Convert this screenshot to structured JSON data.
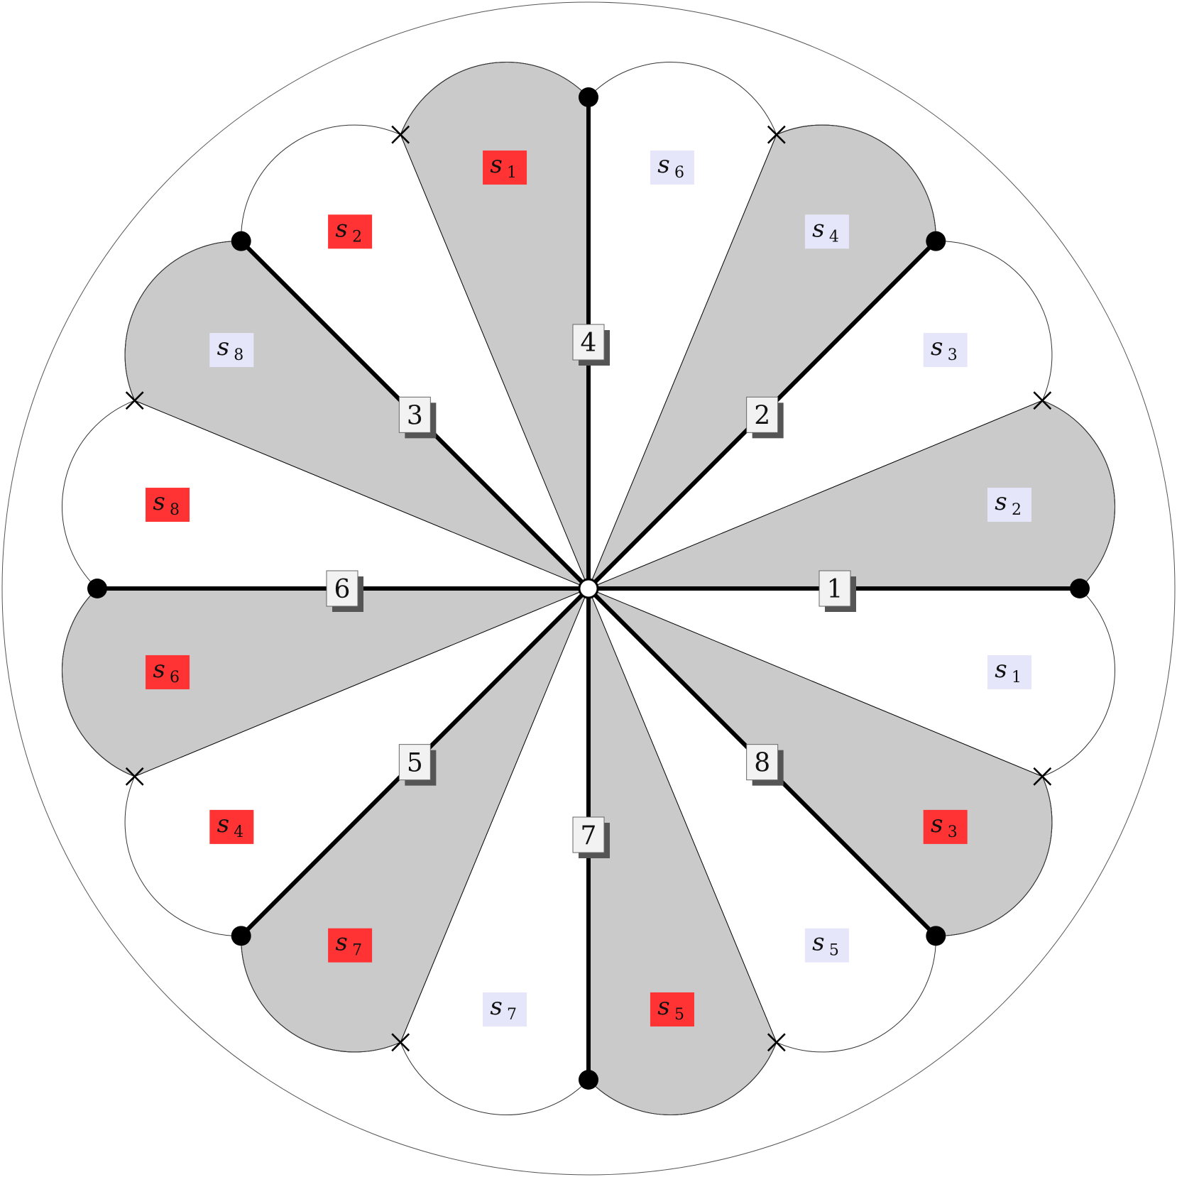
{
  "palette": {
    "background": "#ffffff",
    "sector_fill": "#cacaca",
    "spoke": "#000000",
    "label_red": "#ff3333",
    "label_lavender": "#e6e6fa",
    "spoke_label_box": "#f2f2f2",
    "spoke_label_shadow": "#555555"
  },
  "spokes": [
    {
      "label": "1",
      "angle_deg": 0
    },
    {
      "label": "2",
      "angle_deg": 45
    },
    {
      "label": "3",
      "angle_deg": 135
    },
    {
      "label": "4",
      "angle_deg": 90
    },
    {
      "label": "5",
      "angle_deg": 225
    },
    {
      "label": "6",
      "angle_deg": 180
    },
    {
      "label": "7",
      "angle_deg": 270
    },
    {
      "label": "8",
      "angle_deg": 315
    }
  ],
  "cross_angles_deg": [
    22.5,
    67.5,
    112.5,
    157.5,
    202.5,
    247.5,
    292.5,
    337.5
  ],
  "shaded_sectors": [
    {
      "from_deg": 0,
      "to_deg": 22.5
    },
    {
      "from_deg": 45,
      "to_deg": 67.5
    },
    {
      "from_deg": 90,
      "to_deg": 112.5
    },
    {
      "from_deg": 135,
      "to_deg": 157.5
    },
    {
      "from_deg": 180,
      "to_deg": 202.5
    },
    {
      "from_deg": 225,
      "to_deg": 247.5
    },
    {
      "from_deg": 270,
      "to_deg": 292.5
    },
    {
      "from_deg": 315,
      "to_deg": 337.5
    }
  ],
  "arc_labels": [
    {
      "main": "s",
      "sub": "2",
      "angle_deg": 11.25,
      "color": "lavender"
    },
    {
      "main": "s",
      "sub": "3",
      "angle_deg": 33.75,
      "color": "lavender"
    },
    {
      "main": "s",
      "sub": "4",
      "angle_deg": 56.25,
      "color": "lavender"
    },
    {
      "main": "s",
      "sub": "6",
      "angle_deg": 78.75,
      "color": "lavender"
    },
    {
      "main": "s",
      "sub": "1",
      "angle_deg": 101.25,
      "color": "red"
    },
    {
      "main": "s",
      "sub": "2",
      "angle_deg": 123.75,
      "color": "red"
    },
    {
      "main": "s",
      "sub": "8",
      "angle_deg": 146.25,
      "color": "lavender"
    },
    {
      "main": "s",
      "sub": "8",
      "angle_deg": 168.75,
      "color": "red"
    },
    {
      "main": "s",
      "sub": "6",
      "angle_deg": 191.25,
      "color": "red"
    },
    {
      "main": "s",
      "sub": "4",
      "angle_deg": 213.75,
      "color": "red"
    },
    {
      "main": "s",
      "sub": "7",
      "angle_deg": 236.25,
      "color": "red"
    },
    {
      "main": "s",
      "sub": "7",
      "angle_deg": 258.75,
      "color": "lavender"
    },
    {
      "main": "s",
      "sub": "5",
      "angle_deg": 281.25,
      "color": "red"
    },
    {
      "main": "s",
      "sub": "5",
      "angle_deg": 303.75,
      "color": "lavender"
    },
    {
      "main": "s",
      "sub": "3",
      "angle_deg": 326.25,
      "color": "red"
    },
    {
      "main": "s",
      "sub": "1",
      "angle_deg": 348.75,
      "color": "lavender"
    }
  ]
}
